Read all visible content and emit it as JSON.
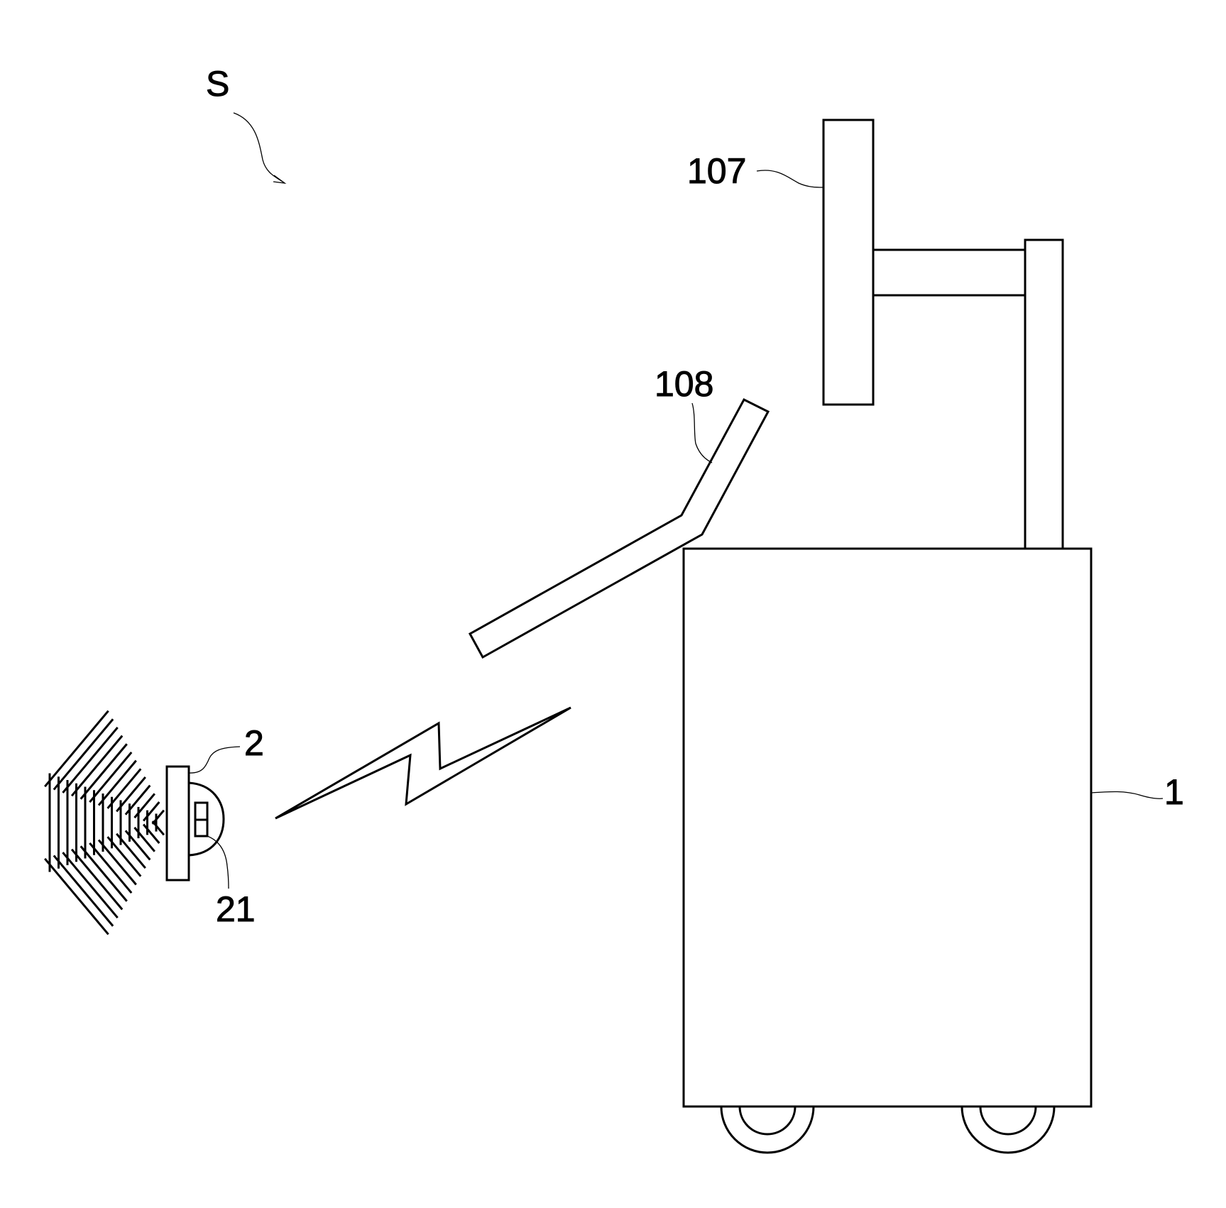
{
  "figure": {
    "labels": {
      "system": "S",
      "display": "107",
      "arm": "108",
      "device": "2",
      "sensor": "21",
      "cart": "1"
    },
    "colors": {
      "stroke": "#000000",
      "background": "#ffffff"
    }
  }
}
